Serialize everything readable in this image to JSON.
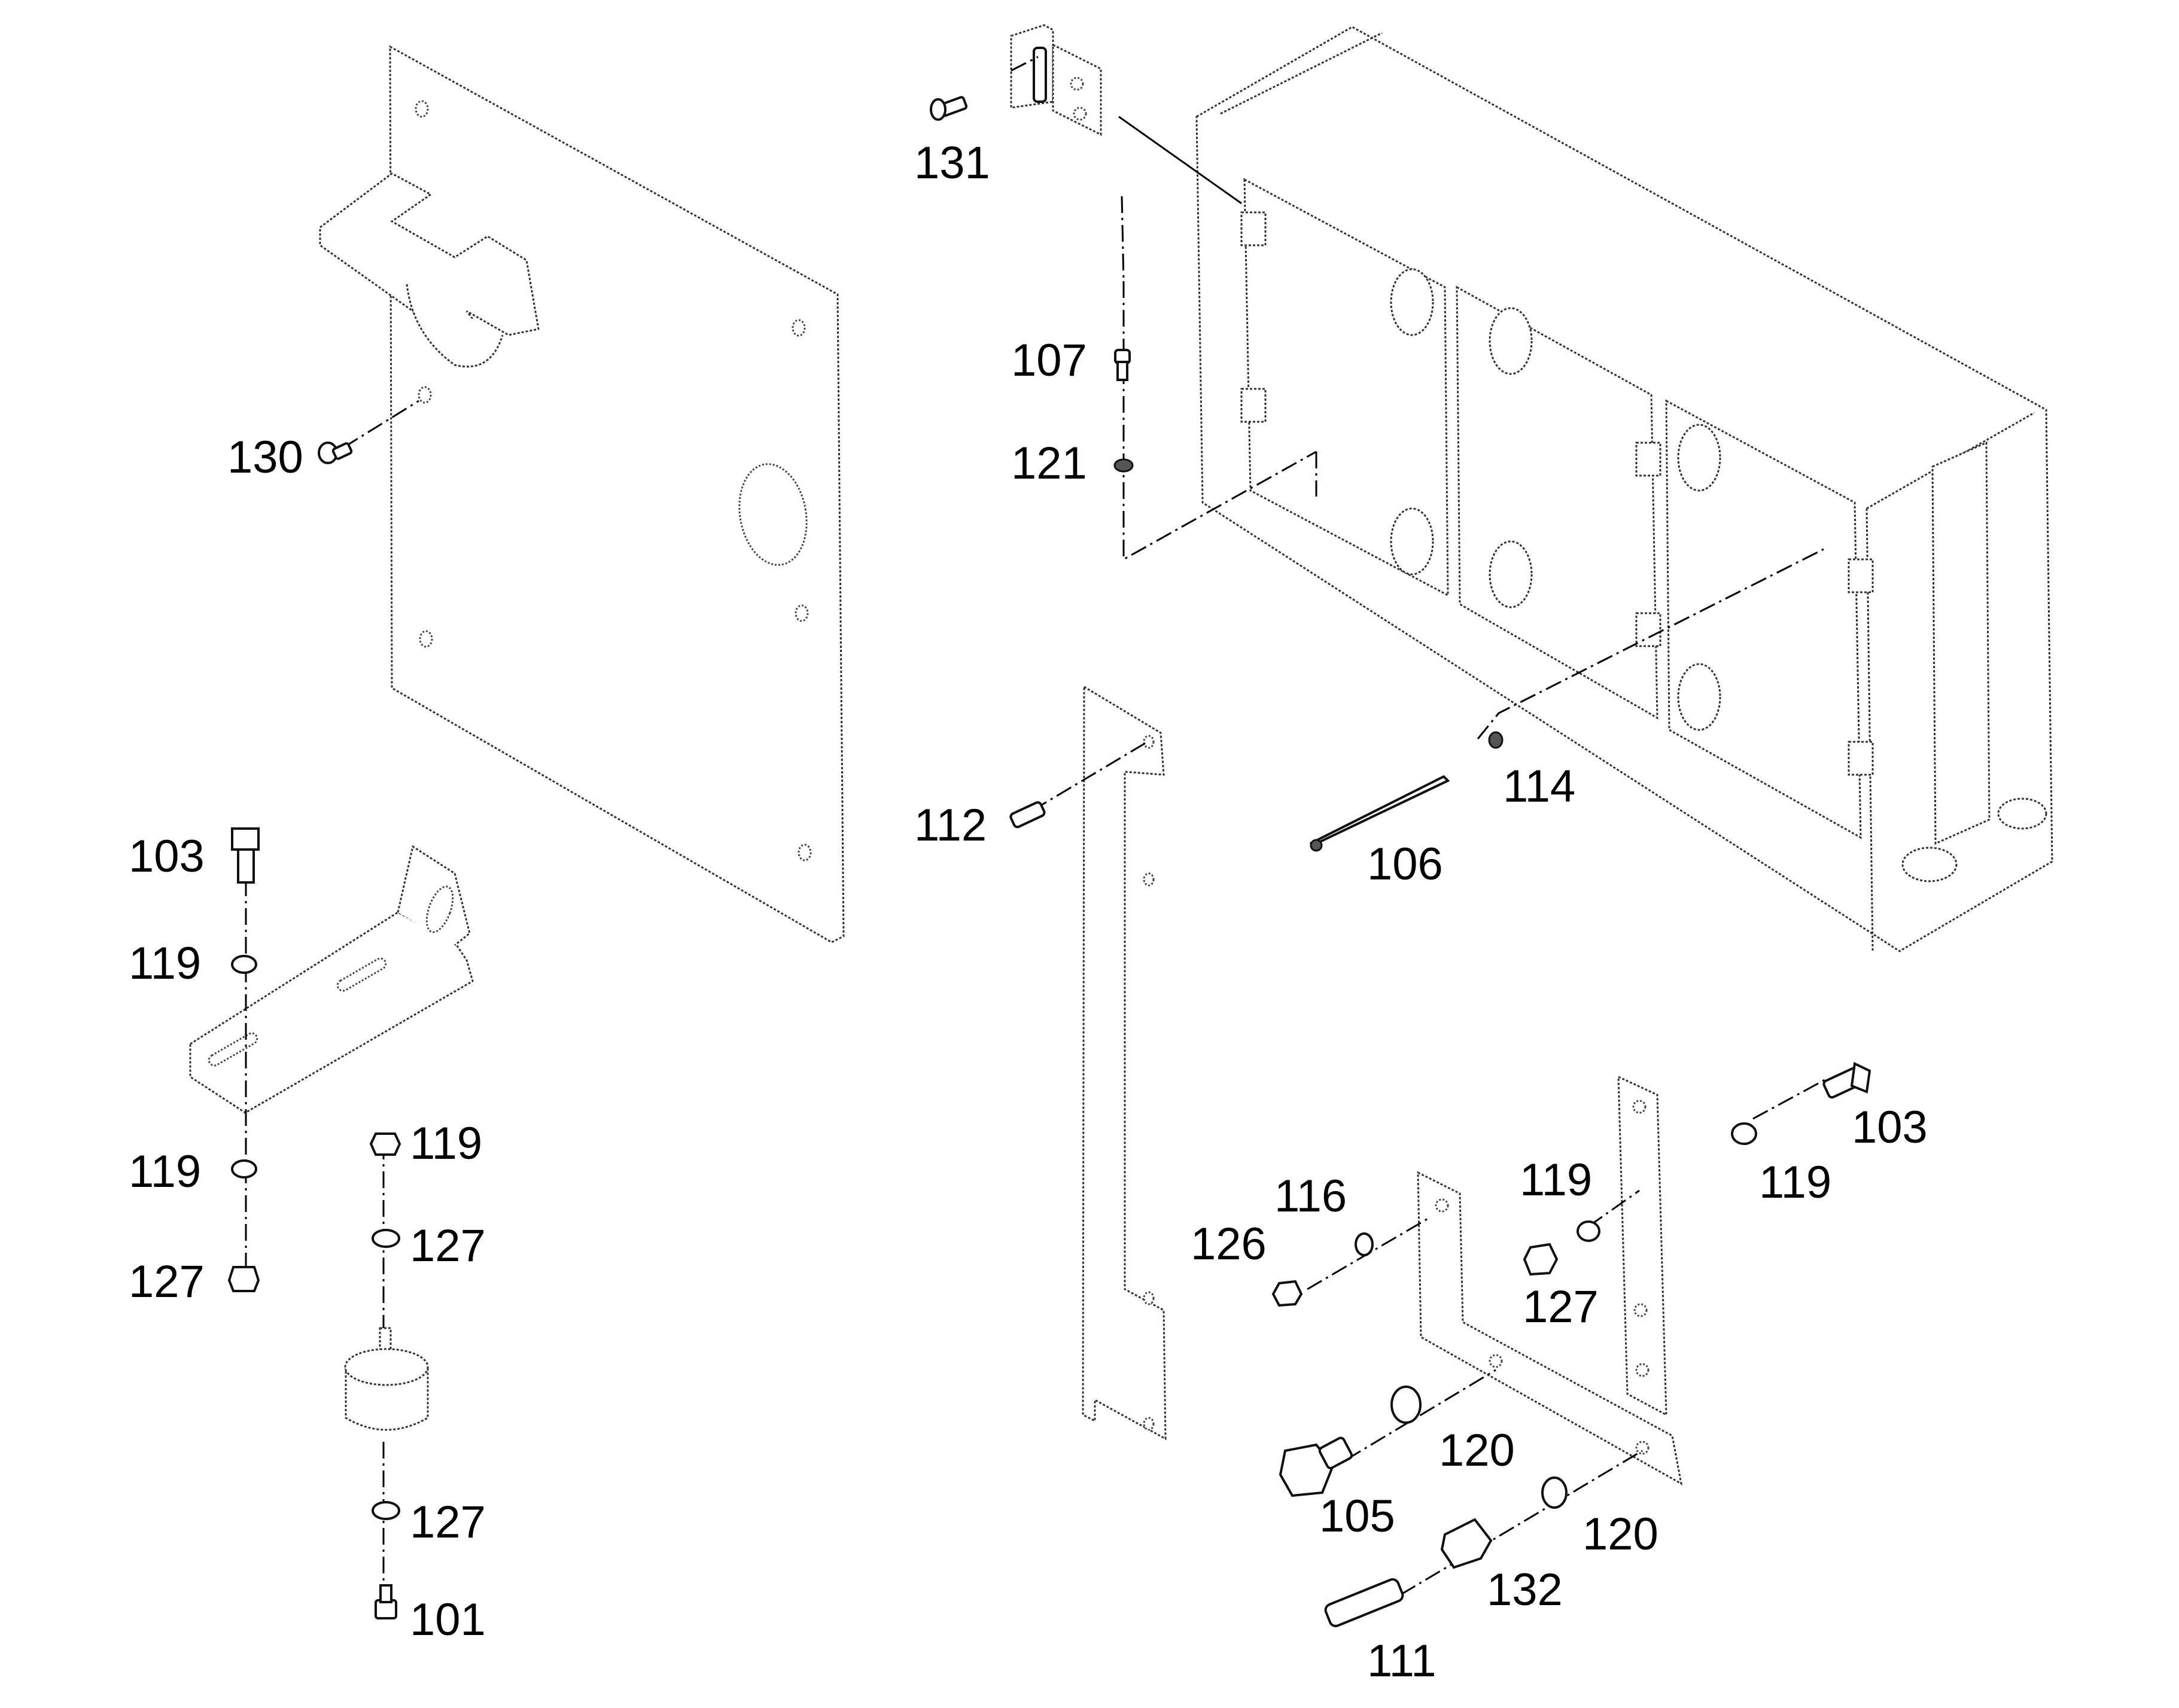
{
  "callouts": {
    "p101": "101",
    "p103a": "103",
    "p103b": "103",
    "p105": "105",
    "p106": "106",
    "p107": "107",
    "p111": "111",
    "p112": "112",
    "p114": "114",
    "p116": "116",
    "p119a": "119",
    "p119b": "119",
    "p119c": "119",
    "p119d": "119",
    "p119e": "119",
    "p120a": "120",
    "p120b": "120",
    "p121": "121",
    "p126": "126",
    "p127a": "127",
    "p127b": "127",
    "p127c": "127",
    "p127d": "127",
    "p130": "130",
    "p131": "131",
    "p132": "132"
  }
}
